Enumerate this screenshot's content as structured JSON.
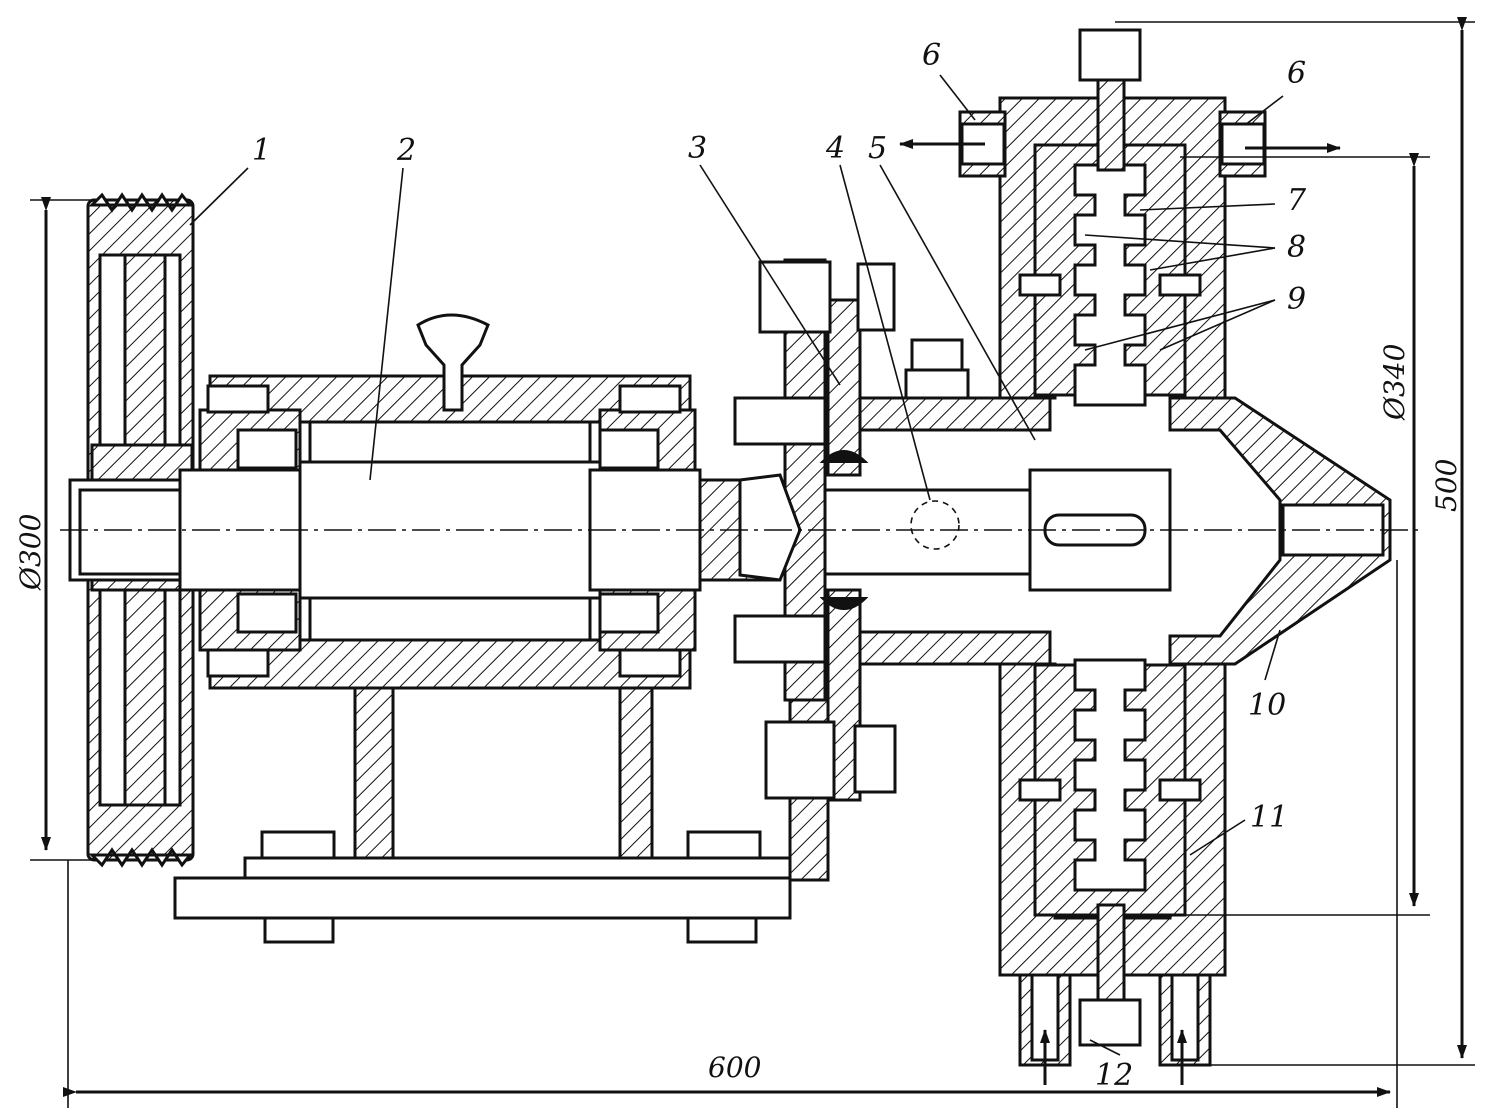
{
  "labels": {
    "l1": "1",
    "l2": "2",
    "l3": "3",
    "l4": "4",
    "l5": "5",
    "l6a": "6",
    "l6b": "6",
    "l7": "7",
    "l8": "8",
    "l9": "9",
    "l10": "10",
    "l11": "11",
    "l12": "12"
  },
  "dimensions": {
    "pulley_diameter": "Ø300",
    "housing_diameter": "Ø340",
    "overall_height": "500",
    "overall_length": "600"
  },
  "colors": {
    "ink": "#111111",
    "paper": "#ffffff"
  }
}
